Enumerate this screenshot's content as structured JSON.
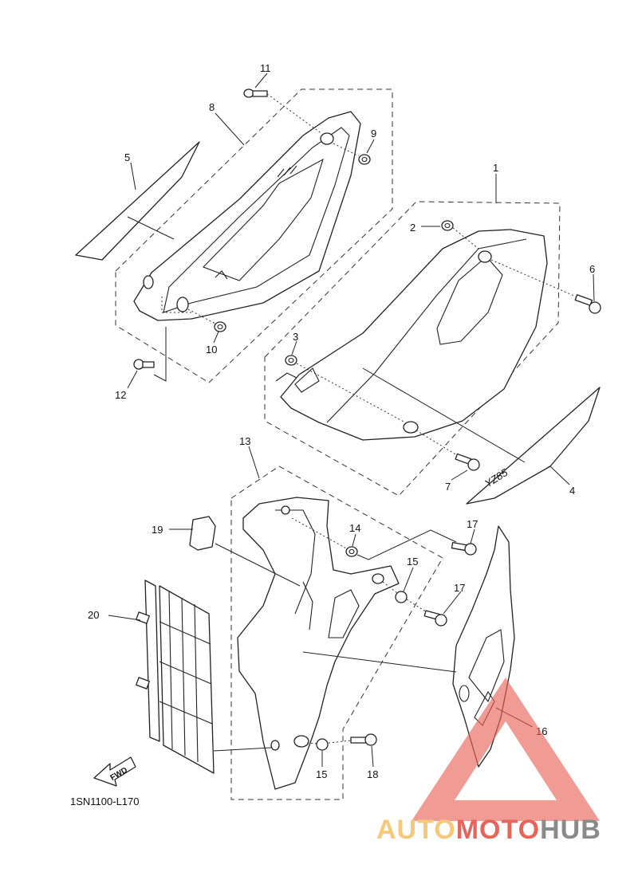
{
  "diagram_code": "1SN1100-L170",
  "fwd_label": "FWD",
  "model_decal_text": "YZ85",
  "callouts": [
    "1",
    "2",
    "3",
    "4",
    "5",
    "6",
    "7",
    "8",
    "9",
    "10",
    "11",
    "12",
    "13",
    "14",
    "15",
    "15",
    "16",
    "17",
    "17",
    "18",
    "19",
    "20"
  ],
  "watermark": {
    "part1": "AUTO",
    "part2": "MOTO",
    "part3": "HUB",
    "color_light": "#f6c97a",
    "color_red": "#e8645a",
    "color_gray": "#8a8a8a"
  }
}
